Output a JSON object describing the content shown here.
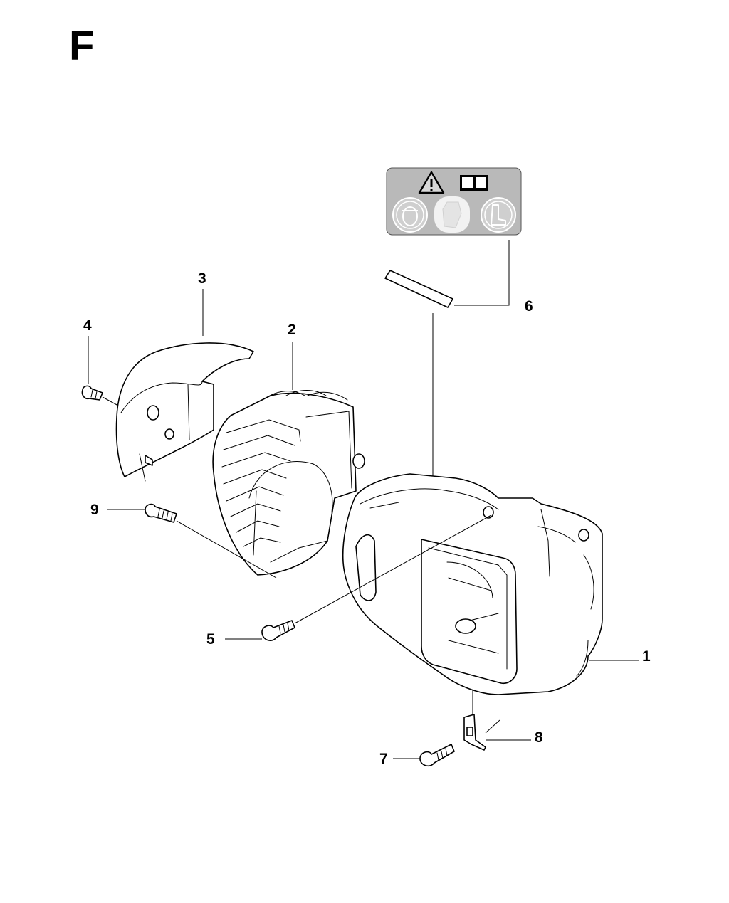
{
  "section": {
    "letter": "F"
  },
  "callouts": [
    {
      "num": "1",
      "part": "cylinder-cover"
    },
    {
      "num": "2",
      "part": "fan-shroud"
    },
    {
      "num": "3",
      "part": "top-cover"
    },
    {
      "num": "4",
      "part": "screw"
    },
    {
      "num": "5",
      "part": "screw"
    },
    {
      "num": "6",
      "part": "warning-decal"
    },
    {
      "num": "7",
      "part": "screw"
    },
    {
      "num": "8",
      "part": "clip-nut"
    },
    {
      "num": "9",
      "part": "screw"
    }
  ],
  "decal": {
    "icons_top": [
      "warning-triangle-icon",
      "manual-book-icon"
    ],
    "icons_bottom": [
      "face-protection-icon",
      "gloves-icon",
      "boots-icon"
    ],
    "colors": {
      "panel": "#b9b9b9",
      "icon_circle": "#d6d6d6",
      "highlight": "#f2f2f2"
    }
  }
}
